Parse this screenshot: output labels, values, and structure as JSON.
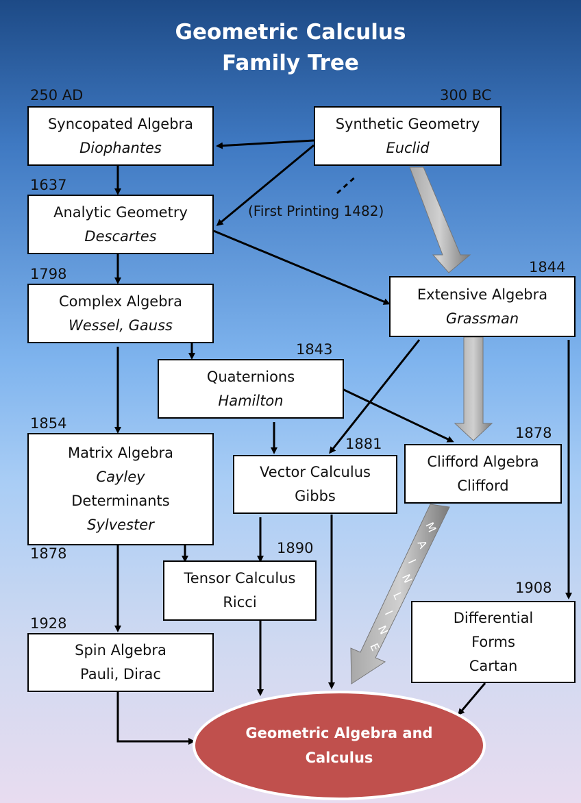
{
  "title": {
    "line1": "Geometric Calculus",
    "line2": "Family Tree"
  },
  "nodes": {
    "syncopated": {
      "year": "250 AD",
      "title": "Syncopated Algebra",
      "person": "Diophantes"
    },
    "synthetic": {
      "year": "300 BC",
      "title": "Synthetic Geometry",
      "person": "Euclid"
    },
    "analytic": {
      "year": "1637",
      "title": "Analytic Geometry",
      "person": "Descartes"
    },
    "complex": {
      "year": "1798",
      "title": "Complex Algebra",
      "person": "Wessel, Gauss"
    },
    "extensive": {
      "year": "1844",
      "title": "Extensive Algebra",
      "person": "Grassman"
    },
    "quaternions": {
      "year": "1843",
      "title": "Quaternions",
      "person": "Hamilton"
    },
    "matrix": {
      "year": "1854",
      "title": "Matrix Algebra",
      "person": "Cayley",
      "title2": "Determinants",
      "person2": "Sylvester"
    },
    "vector": {
      "year": "1881",
      "title": "Vector Calculus",
      "person": "Gibbs"
    },
    "clifford": {
      "year": "1878",
      "title": "Clifford Algebra",
      "person": "Clifford"
    },
    "tensor": {
      "year": "1890",
      "title": "Tensor Calculus",
      "person": "Ricci"
    },
    "spin": {
      "year": "1928",
      "title": "Spin Algebra",
      "person": "Pauli, Dirac"
    },
    "differential": {
      "year": "1908",
      "title": "Differential",
      "title2": "Forms",
      "person": "Cartan"
    }
  },
  "matrix_year_below": "1878",
  "first_printing_note": "(First Printing 1482)",
  "mainline_label": "MAINLINE",
  "result": {
    "line1": "Geometric Algebra and",
    "line2": "Calculus"
  },
  "colors": {
    "result_fill": "#c0504d",
    "main_arrow": "#8c8c8c",
    "background_top": "#1d4a86",
    "background_bottom": "#e8dcf0"
  }
}
